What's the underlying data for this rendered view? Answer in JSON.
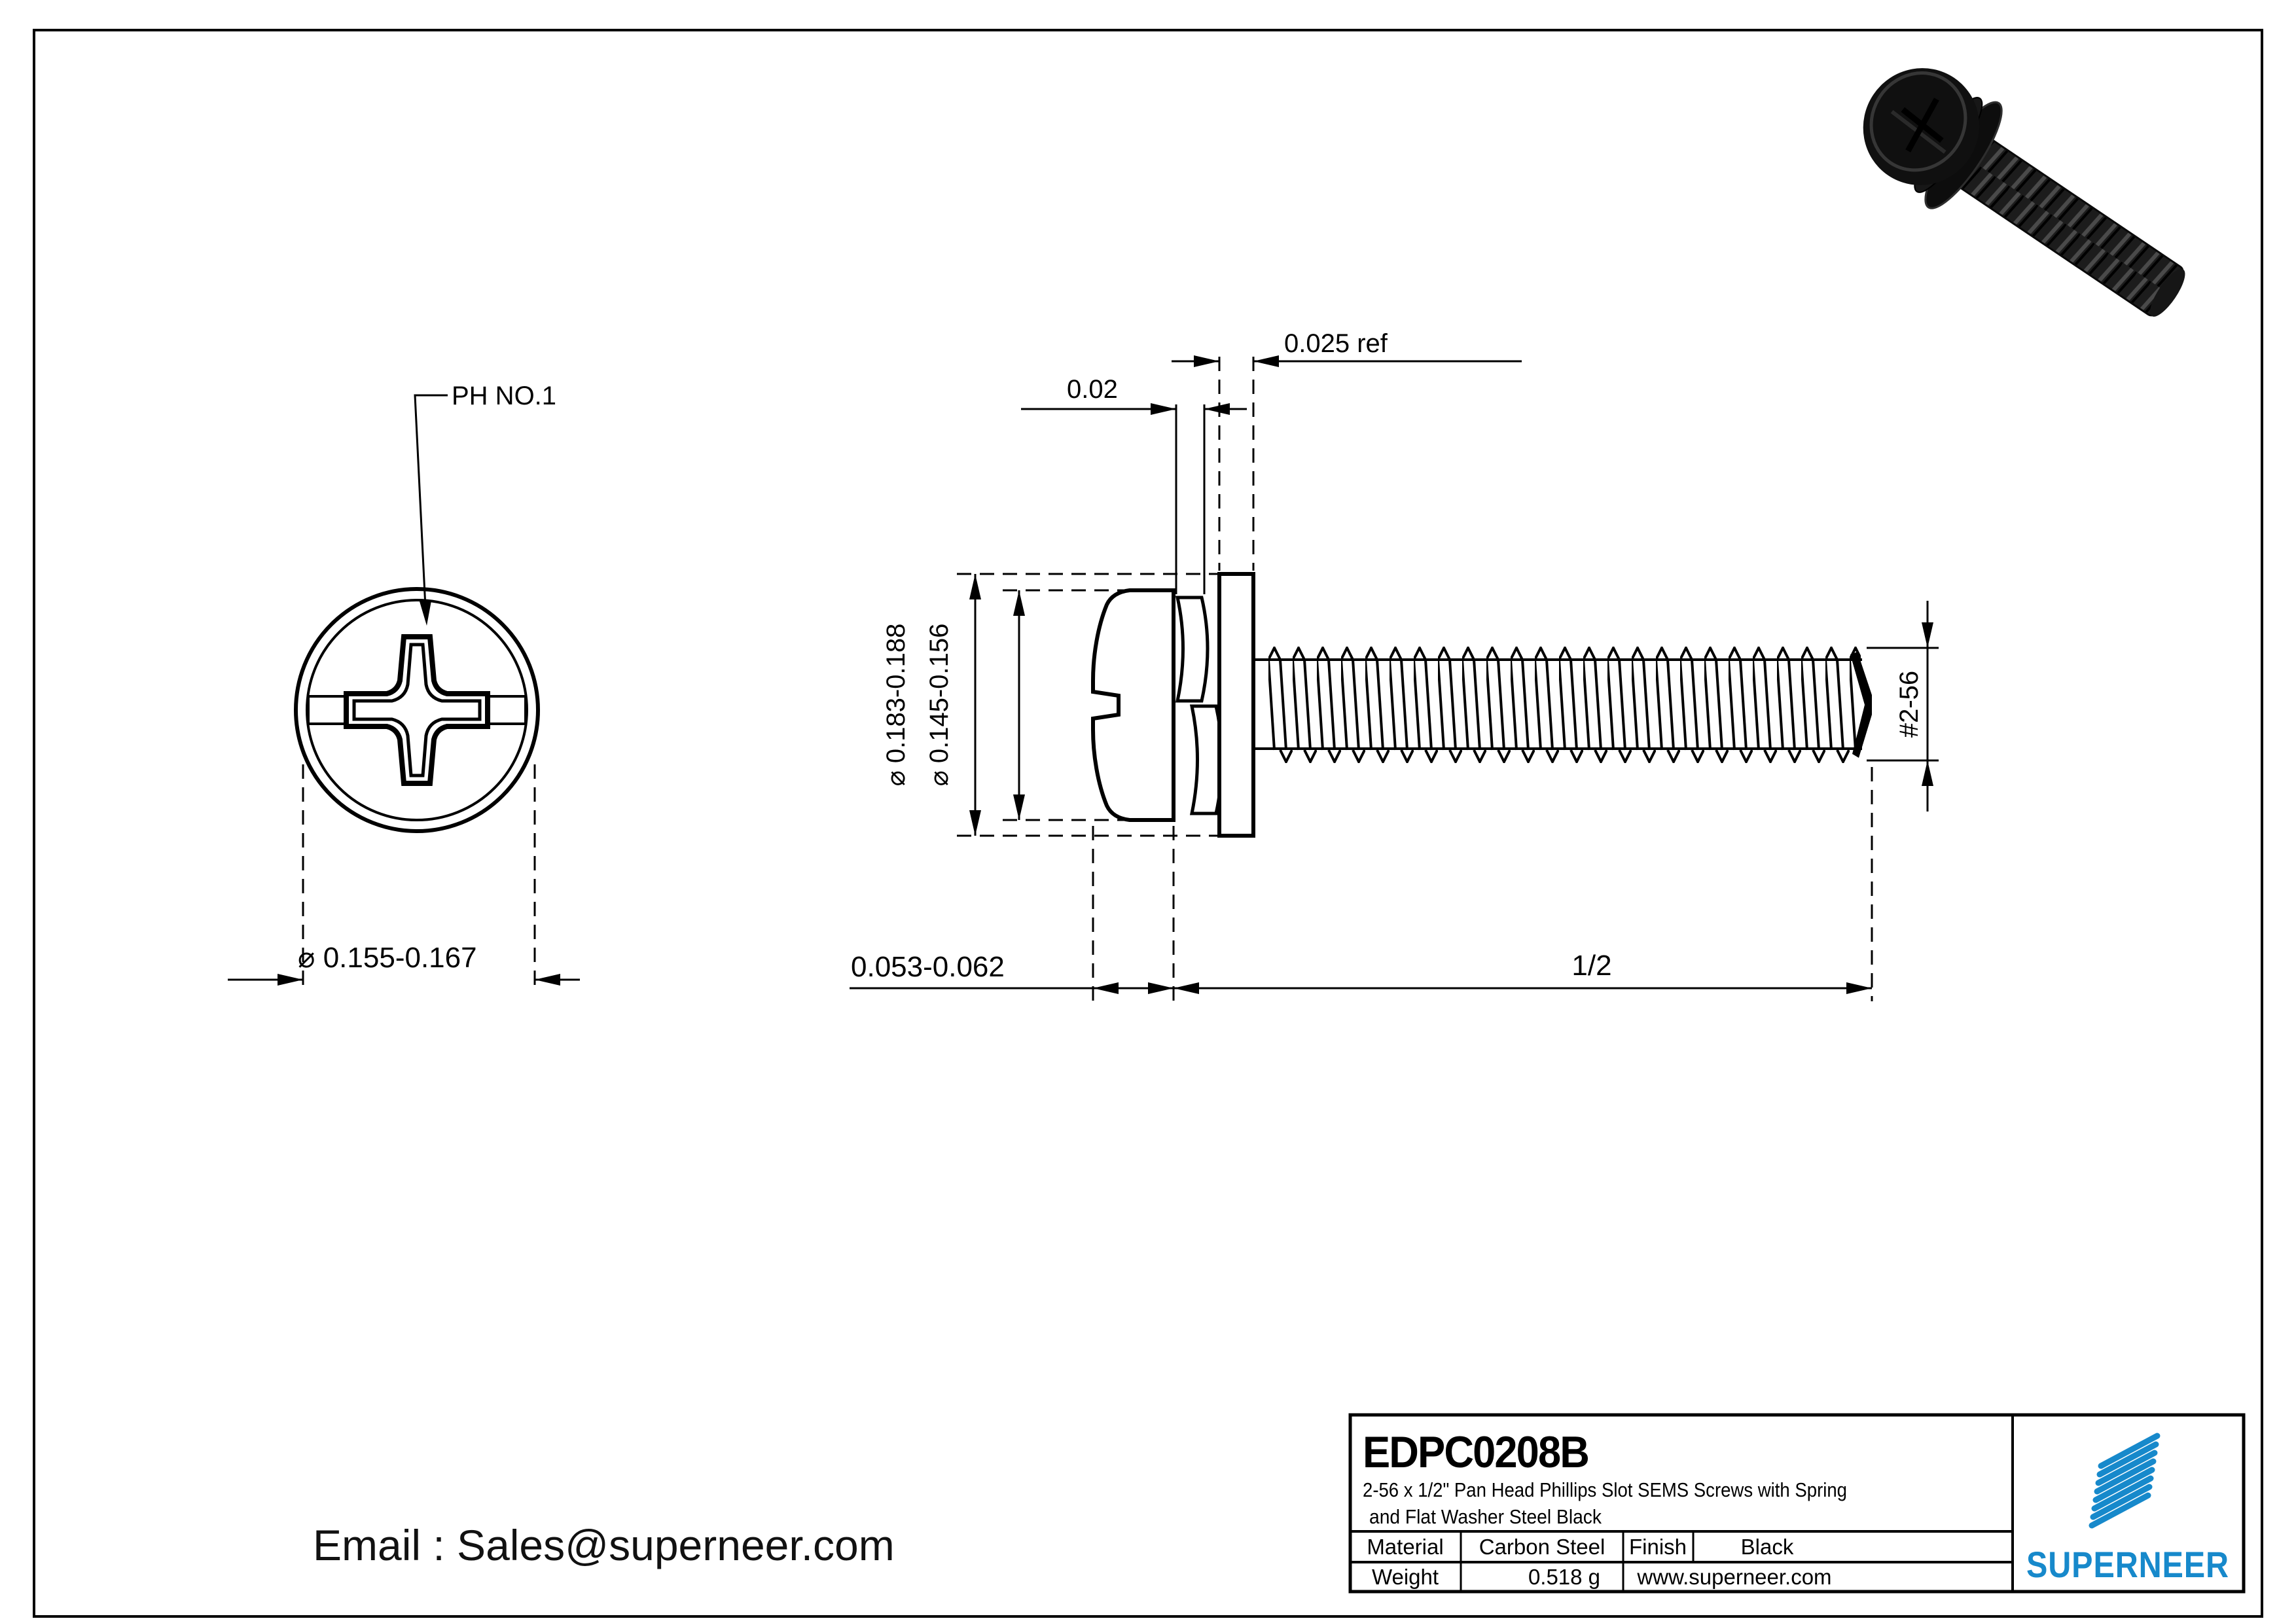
{
  "top_view": {
    "ph_label": "PH NO.1",
    "diameter_label": "⌀ 0.155-0.167"
  },
  "side_view": {
    "washer_ref_label": "0.025 ref",
    "spring_label": "0.02",
    "washer_od_label": "⌀ 0.183-0.188",
    "head_od_label": "⌀ 0.145-0.156",
    "thread_label": "#2-56",
    "head_height_label": "0.053-0.062",
    "length_label": "1/2"
  },
  "title_block": {
    "part_number": "EDPC0208B",
    "description_line1": "2-56 x 1/2\" Pan Head Phillips Slot SEMS Screws with Spring",
    "description_line2": "and Flat Washer Steel Black",
    "material_label": "Material",
    "material_value": "Carbon Steel",
    "finish_label": "Finish",
    "finish_value": "Black",
    "weight_label": "Weight",
    "weight_value": "0.518 g",
    "website": "www.superneer.com",
    "brand": "SUPERNEER",
    "brand_color": "#1789cb"
  },
  "footer": {
    "email": "Email : Sales@superneer.com"
  }
}
